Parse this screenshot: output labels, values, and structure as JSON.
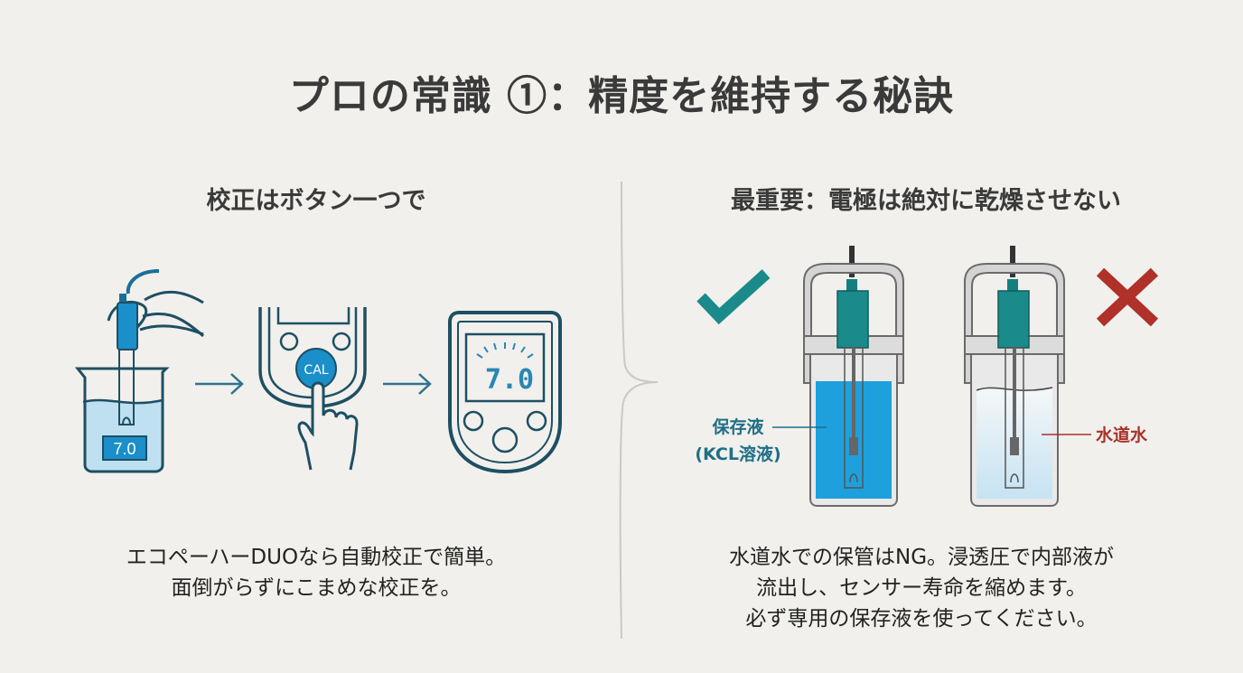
{
  "title": "プロの常識 ①：精度を維持する秘訣",
  "left_section": {
    "heading": "校正はボタン一つで",
    "beaker_reading": "7.0",
    "cal_button_label": "CAL",
    "meter_display_value": "7.0",
    "caption_line1": "エコペーハーDUOなら自動校正で簡単。",
    "caption_line2": "面倒がらずにこまめな校正を。",
    "icons": [
      "hand-holding-probe-icon",
      "beaker-icon",
      "arrow-right-icon",
      "cal-button-press-icon",
      "arrow-right-icon",
      "ph-meter-icon"
    ]
  },
  "right_section": {
    "heading": "最重要：電極は絶対に乾燥させない",
    "good_example": {
      "mark": "check-icon",
      "label_line1": "保存液",
      "label_line2": "(KCL溶液)",
      "color": "#1b8a8a"
    },
    "bad_example": {
      "mark": "cross-icon",
      "label": "水道水",
      "color": "#b0302a"
    },
    "caption_line1": "水道水での保管はNG。浸透圧で内部液が",
    "caption_line2": "流出し、センサー寿命を縮めます。",
    "caption_line3": "必ず専用の保存液を使ってください。"
  },
  "colors": {
    "background": "#f1f0ec",
    "primary_blue": "#1a8fc9",
    "dark_teal_outline": "#1e4f63",
    "teal": "#1b8a8a",
    "red": "#b0302a",
    "solution_blue": "#1ea0dd",
    "tap_water": "#d6ebf5"
  }
}
